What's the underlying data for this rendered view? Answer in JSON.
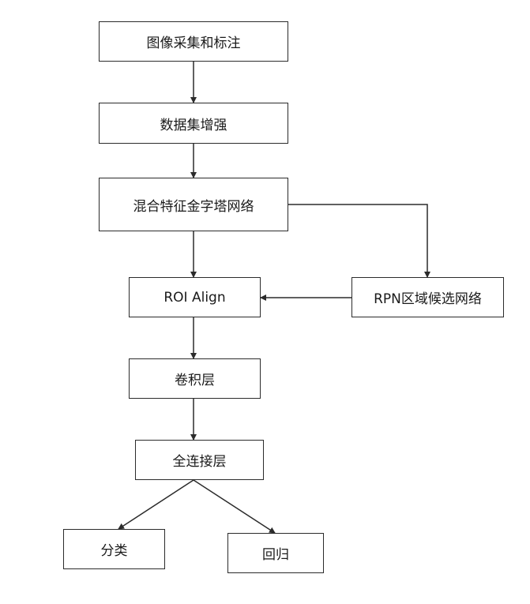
{
  "diagram": {
    "nodes": [
      {
        "id": "n1",
        "label": "图像采集和标注"
      },
      {
        "id": "n2",
        "label": "数据集增强"
      },
      {
        "id": "n3",
        "label": "混合特征金字塔网络"
      },
      {
        "id": "n4",
        "label": "ROI Align"
      },
      {
        "id": "n5",
        "label": "RPN区域候选网络"
      },
      {
        "id": "n6",
        "label": "卷积层"
      },
      {
        "id": "n7",
        "label": "全连接层"
      },
      {
        "id": "n8",
        "label": "分类"
      },
      {
        "id": "n9",
        "label": "回归"
      }
    ],
    "edges": [
      {
        "from": "n1",
        "to": "n2"
      },
      {
        "from": "n2",
        "to": "n3"
      },
      {
        "from": "n3",
        "to": "n4"
      },
      {
        "from": "n3",
        "to": "n5"
      },
      {
        "from": "n5",
        "to": "n4"
      },
      {
        "from": "n4",
        "to": "n6"
      },
      {
        "from": "n6",
        "to": "n7"
      },
      {
        "from": "n7",
        "to": "n8"
      },
      {
        "from": "n7",
        "to": "n9"
      }
    ]
  }
}
